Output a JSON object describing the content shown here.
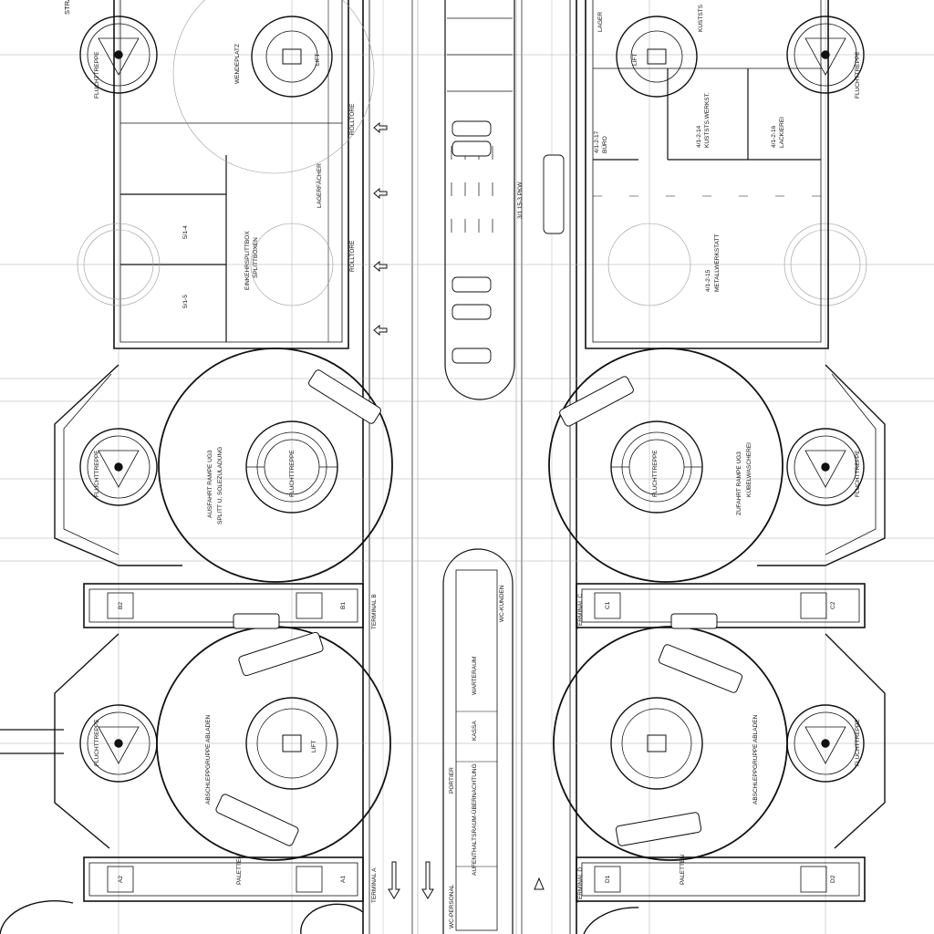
{
  "labels": {
    "stra": "STRA",
    "fluchttreppe": "FLUCHTTREPPE",
    "lift": "LIFT",
    "rolltore": "ROLLTORE",
    "lagerfachbereich": "LAGERFÄCHER",
    "weltdrehplatz": "WENDEPLATZ",
    "r_5_1_4": "5/1-4",
    "r_5_1_5": "5/1-5",
    "einkehrsplittbox": "EINKEHRSPLITTBOX",
    "splittboxen": "SPLITTBOXEN",
    "pkw": "3/1 15-3 PKW",
    "r_4_1_2_17": "4/1-2-17",
    "buero": "BÜRO",
    "r_4_1_2_14": "4/1-2-14",
    "kuststwerkst": "KUSTSTS.WERKST.",
    "r_4_1_2_16": "4/1-2-16",
    "lackiererei": "LACKIEREI",
    "r_4_1_2_15": "4/1-2-15",
    "metallwerkstatt": "METALLWERKSTATT",
    "lager": "LAGER",
    "kustst": "KUSTSTS",
    "ausfahrt": "AUSFAHRT RAMPE UG3",
    "splitt": "SPLITT U. SOLEZULADUNG",
    "zufahrt": "ZUFAHRT RAMPE UG3",
    "kuebel": "KÜBELWASCHEREI",
    "abschlepp": "ABSCHLEPPGRUPPE ABLADEN",
    "terminal_a": "TERMINAL A",
    "terminal_b": "TERMINAL B",
    "terminal_c": "TERMINAL C",
    "terminal_d": "TERMINAL D",
    "a1": "A1",
    "a2": "A2",
    "b1": "B1",
    "b2": "B2",
    "c1": "C1",
    "c2": "C2",
    "d1": "D1",
    "d2": "D2",
    "wc_kunden": "WC-KUNDEN",
    "warteraum": "WARTERAUM",
    "kassa": "KASSA",
    "aufenthalt": "AUFENTHALTSRAUM-ÜBERNACHTUNG",
    "porter": "PORTIER",
    "wc_personal": "WC-PERSONAL",
    "paletten": "PALETTEN"
  },
  "colors": {
    "line": "#111111",
    "faint": "#9a9a9a",
    "background": "#ffffff"
  }
}
